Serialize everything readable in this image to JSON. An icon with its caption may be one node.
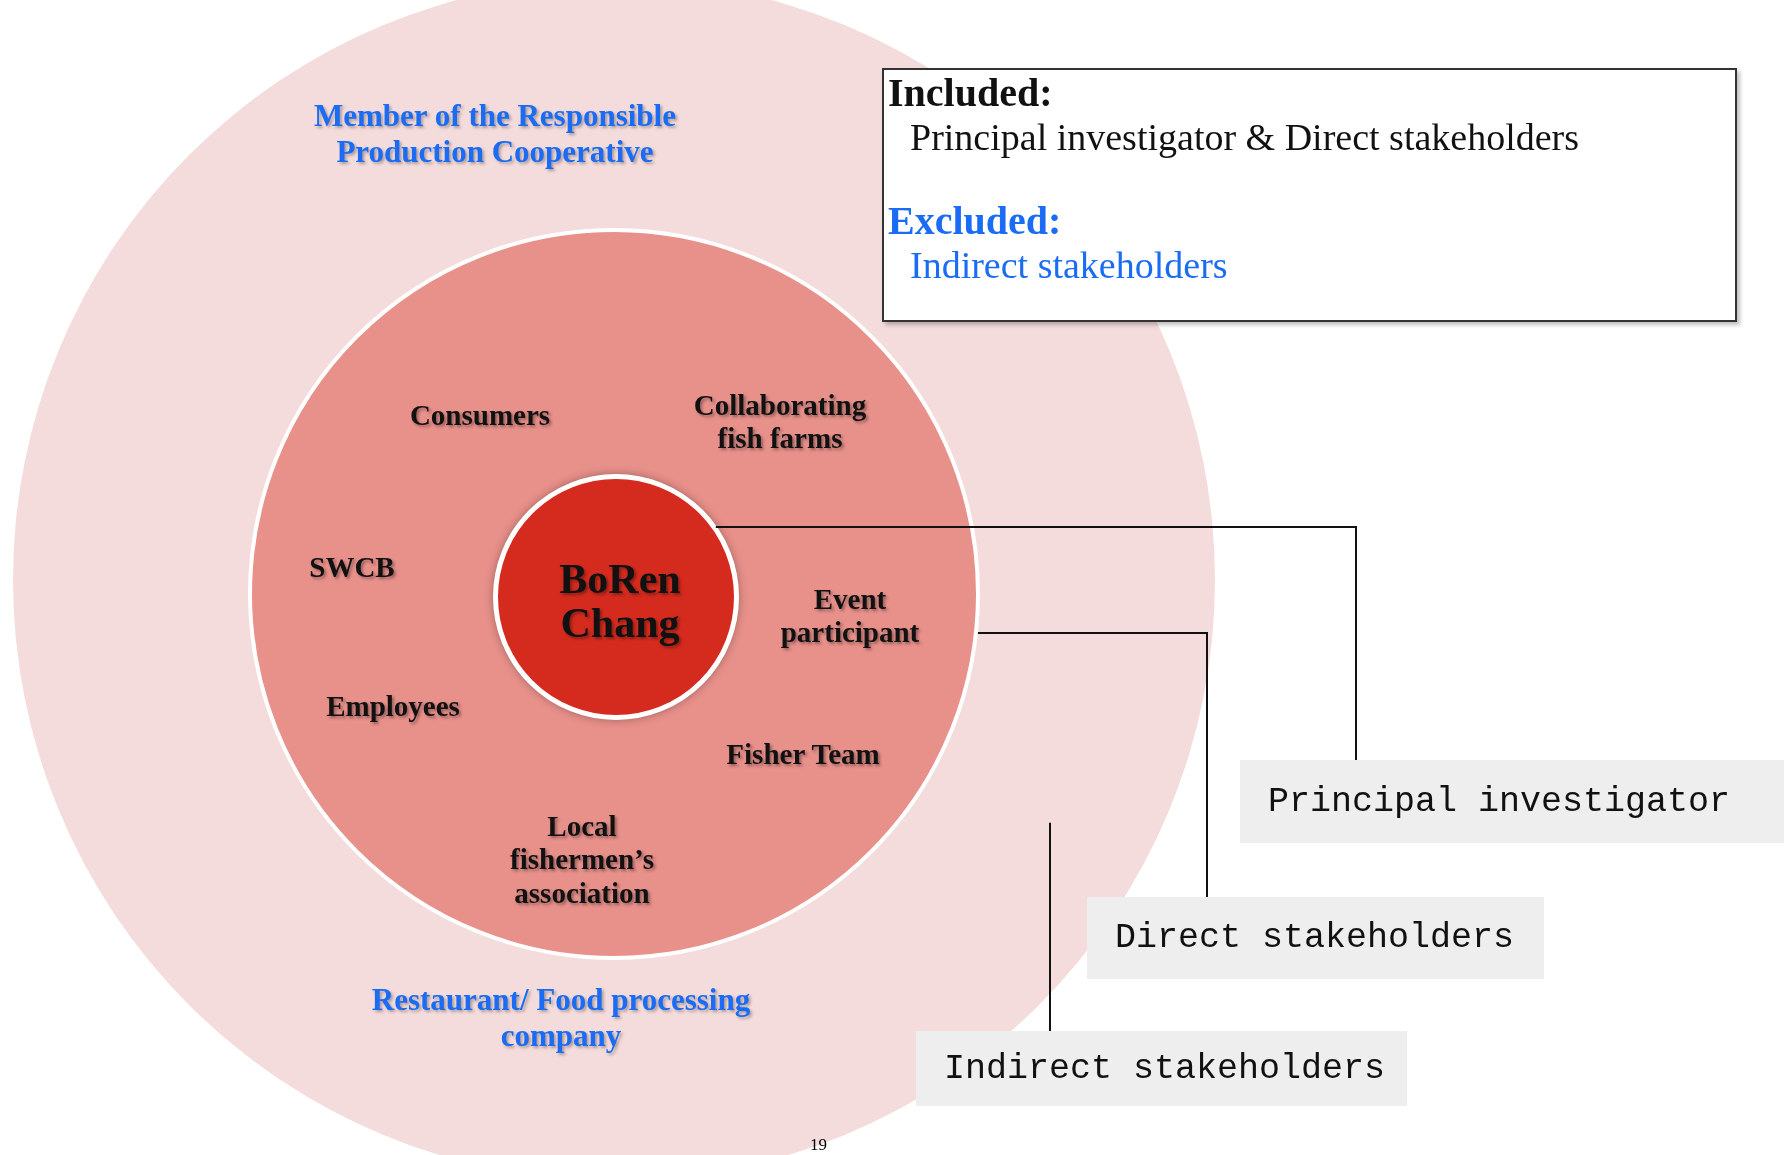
{
  "diagram": {
    "nodes": [
      {
        "text": [
          "Member of the Responsible Production Cooperative",
          "Restaurant/ Food processing company"
        ]
      },
      {
        "text": [
          "Consumers",
          "Collaborating fish farms",
          "SWCB",
          "Event participant",
          "Employees",
          "Fisher Team",
          "Local fishermen’s association"
        ],
        "in": 0
      },
      {
        "text": [
          "BoRen Chang"
        ],
        "in": 1
      },
      {
        "text": [
          "Included:",
          "Principal investigator & Direct stakeholders",
          "Excluded:",
          "Indirect stakeholders"
        ]
      },
      {
        "text": [
          "Principal investigator"
        ]
      },
      {
        "text": [
          "Direct stakeholders"
        ]
      },
      {
        "text": [
          "Indirect stakeholders"
        ]
      }
    ],
    "edges": [
      {
        "from": 4,
        "to": 2,
        "arrow": "none"
      },
      {
        "from": 5,
        "to": 1,
        "arrow": "none"
      },
      {
        "from": 6,
        "to": 0,
        "arrow": "none"
      }
    ],
    "labels": [
      "19"
    ]
  }
}
